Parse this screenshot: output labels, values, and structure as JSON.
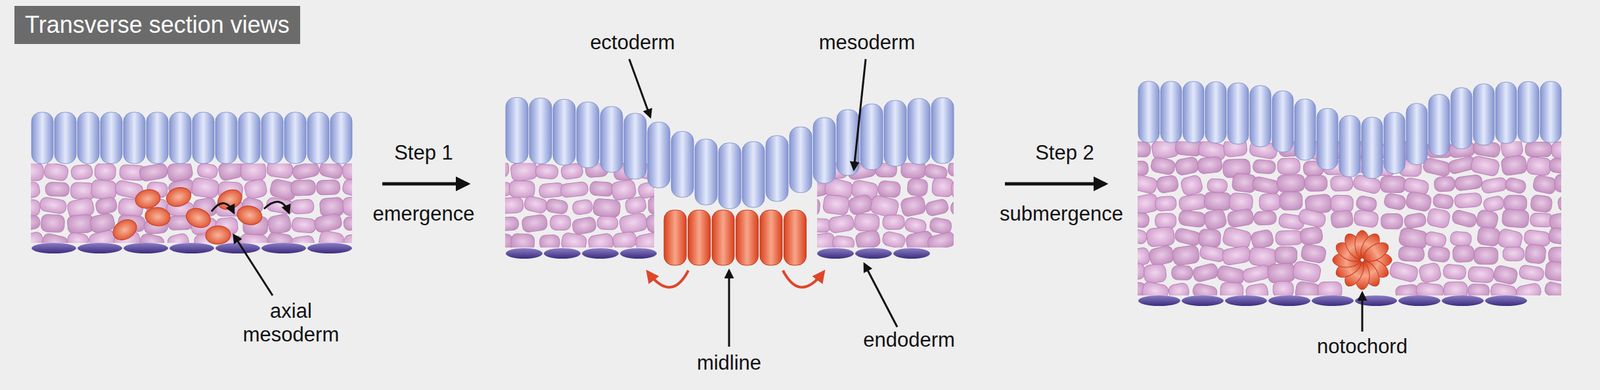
{
  "diagram": {
    "title": "Transverse section views",
    "labels": [
      "Step 1",
      "emergence",
      "Step 2",
      "submergence",
      "axial mesoderm",
      "ectoderm",
      "mesoderm",
      "midline",
      "endoderm",
      "notochord"
    ]
  }
}
